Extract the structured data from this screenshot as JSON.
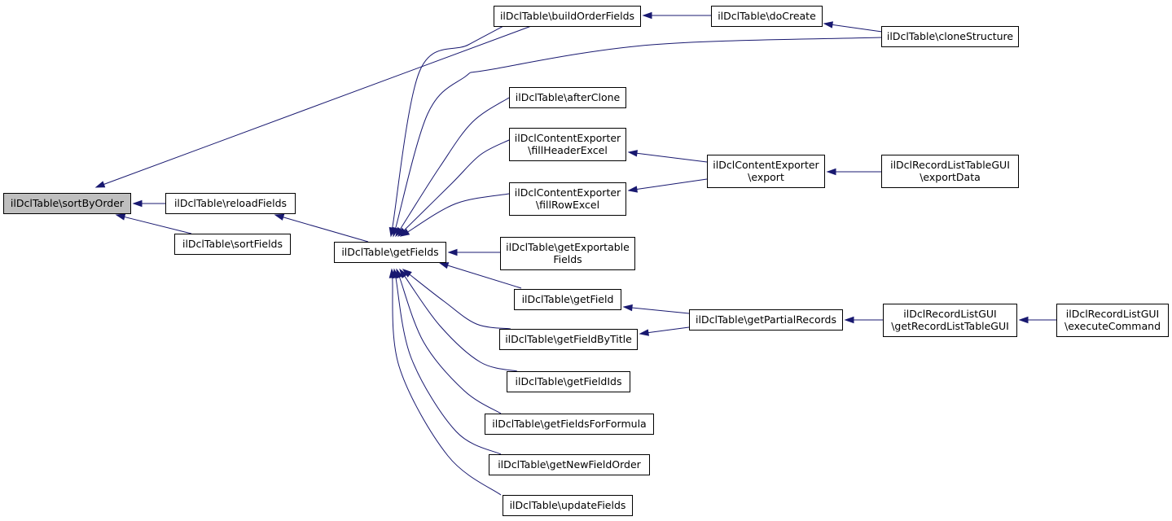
{
  "diagram": {
    "type": "caller-graph",
    "colors": {
      "edge": "#191970",
      "node_border": "#000000",
      "node_fill": "#ffffff",
      "focus_fill": "#bfbfbf"
    },
    "nodes": [
      {
        "id": "sortByOrder",
        "lines": [
          "ilDclTable\\sortByOrder"
        ],
        "focus": true
      },
      {
        "id": "reloadFields",
        "lines": [
          "ilDclTable\\reloadFields"
        ]
      },
      {
        "id": "sortFields",
        "lines": [
          "ilDclTable\\sortFields"
        ]
      },
      {
        "id": "getFields",
        "lines": [
          "ilDclTable\\getFields"
        ]
      },
      {
        "id": "buildOrderFields",
        "lines": [
          "ilDclTable\\buildOrderFields"
        ]
      },
      {
        "id": "doCreate",
        "lines": [
          "ilDclTable\\doCreate"
        ]
      },
      {
        "id": "cloneStructure",
        "lines": [
          "ilDclTable\\cloneStructure"
        ]
      },
      {
        "id": "afterClone",
        "lines": [
          "ilDclTable\\afterClone"
        ]
      },
      {
        "id": "fillHeaderExcel",
        "lines": [
          "ilDclContentExporter",
          "\\fillHeaderExcel"
        ]
      },
      {
        "id": "fillRowExcel",
        "lines": [
          "ilDclContentExporter",
          "\\fillRowExcel"
        ]
      },
      {
        "id": "export",
        "lines": [
          "ilDclContentExporter",
          "\\export"
        ]
      },
      {
        "id": "exportData",
        "lines": [
          "ilDclRecordListTableGUI",
          "\\exportData"
        ]
      },
      {
        "id": "getExportableFields",
        "lines": [
          "ilDclTable\\getExportable",
          "Fields"
        ]
      },
      {
        "id": "getField",
        "lines": [
          "ilDclTable\\getField"
        ]
      },
      {
        "id": "getFieldByTitle",
        "lines": [
          "ilDclTable\\getFieldByTitle"
        ]
      },
      {
        "id": "getPartialRecords",
        "lines": [
          "ilDclTable\\getPartialRecords"
        ]
      },
      {
        "id": "getRecordListTableGUI",
        "lines": [
          "ilDclRecordListGUI",
          "\\getRecordListTableGUI"
        ]
      },
      {
        "id": "executeCommand",
        "lines": [
          "ilDclRecordListGUI",
          "\\executeCommand"
        ]
      },
      {
        "id": "getFieldIds",
        "lines": [
          "ilDclTable\\getFieldIds"
        ]
      },
      {
        "id": "getFieldsForFormula",
        "lines": [
          "ilDclTable\\getFieldsForFormula"
        ]
      },
      {
        "id": "getNewFieldOrder",
        "lines": [
          "ilDclTable\\getNewFieldOrder"
        ]
      },
      {
        "id": "updateFields",
        "lines": [
          "ilDclTable\\updateFields"
        ]
      }
    ],
    "edges": [
      {
        "from": "buildOrderFields",
        "to": "sortByOrder"
      },
      {
        "from": "reloadFields",
        "to": "sortByOrder"
      },
      {
        "from": "sortFields",
        "to": "sortByOrder"
      },
      {
        "from": "getFields",
        "to": "reloadFields"
      },
      {
        "from": "doCreate",
        "to": "buildOrderFields"
      },
      {
        "from": "cloneStructure",
        "to": "doCreate"
      },
      {
        "from": "buildOrderFields",
        "to": "getFields"
      },
      {
        "from": "cloneStructure",
        "to": "getFields"
      },
      {
        "from": "afterClone",
        "to": "getFields"
      },
      {
        "from": "fillHeaderExcel",
        "to": "getFields"
      },
      {
        "from": "fillRowExcel",
        "to": "getFields"
      },
      {
        "from": "getExportableFields",
        "to": "getFields"
      },
      {
        "from": "getField",
        "to": "getFields"
      },
      {
        "from": "getFieldByTitle",
        "to": "getFields"
      },
      {
        "from": "getFieldIds",
        "to": "getFields"
      },
      {
        "from": "getFieldsForFormula",
        "to": "getFields"
      },
      {
        "from": "getNewFieldOrder",
        "to": "getFields"
      },
      {
        "from": "updateFields",
        "to": "getFields"
      },
      {
        "from": "export",
        "to": "fillHeaderExcel"
      },
      {
        "from": "export",
        "to": "fillRowExcel"
      },
      {
        "from": "exportData",
        "to": "export"
      },
      {
        "from": "getPartialRecords",
        "to": "getField"
      },
      {
        "from": "getPartialRecords",
        "to": "getFieldByTitle"
      },
      {
        "from": "getRecordListTableGUI",
        "to": "getPartialRecords"
      },
      {
        "from": "executeCommand",
        "to": "getRecordListTableGUI"
      }
    ]
  }
}
